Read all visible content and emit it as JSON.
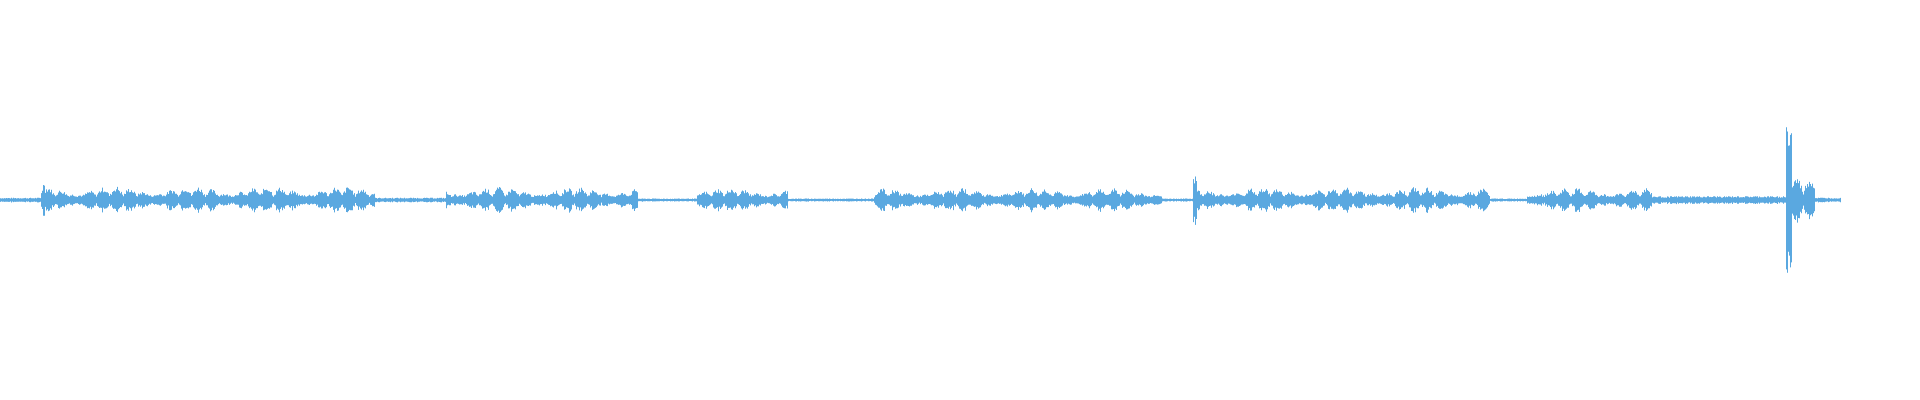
{
  "waveform": {
    "color": "#5aa8e0",
    "background": "#ffffff",
    "duration_fraction_with_audio": 0.9587,
    "peak_fraction_position": 0.929,
    "segments": [
      {
        "start": 0.0,
        "end": 0.021,
        "level": 0.03
      },
      {
        "start": 0.021,
        "end": 0.023,
        "level": 0.35
      },
      {
        "start": 0.023,
        "end": 0.195,
        "level": 0.18
      },
      {
        "start": 0.195,
        "end": 0.232,
        "level": 0.03
      },
      {
        "start": 0.232,
        "end": 0.332,
        "level": 0.17
      },
      {
        "start": 0.332,
        "end": 0.363,
        "level": 0.02
      },
      {
        "start": 0.363,
        "end": 0.41,
        "level": 0.16
      },
      {
        "start": 0.41,
        "end": 0.455,
        "level": 0.02
      },
      {
        "start": 0.455,
        "end": 0.605,
        "level": 0.16
      },
      {
        "start": 0.605,
        "end": 0.621,
        "level": 0.02
      },
      {
        "start": 0.621,
        "end": 0.623,
        "level": 0.36
      },
      {
        "start": 0.623,
        "end": 0.776,
        "level": 0.17
      },
      {
        "start": 0.776,
        "end": 0.795,
        "level": 0.02
      },
      {
        "start": 0.795,
        "end": 0.86,
        "level": 0.16
      },
      {
        "start": 0.86,
        "end": 0.93,
        "level": 0.05
      },
      {
        "start": 0.93,
        "end": 0.933,
        "level": 1.0
      },
      {
        "start": 0.933,
        "end": 0.945,
        "level": 0.3
      },
      {
        "start": 0.945,
        "end": 0.9587,
        "level": 0.03
      }
    ]
  }
}
